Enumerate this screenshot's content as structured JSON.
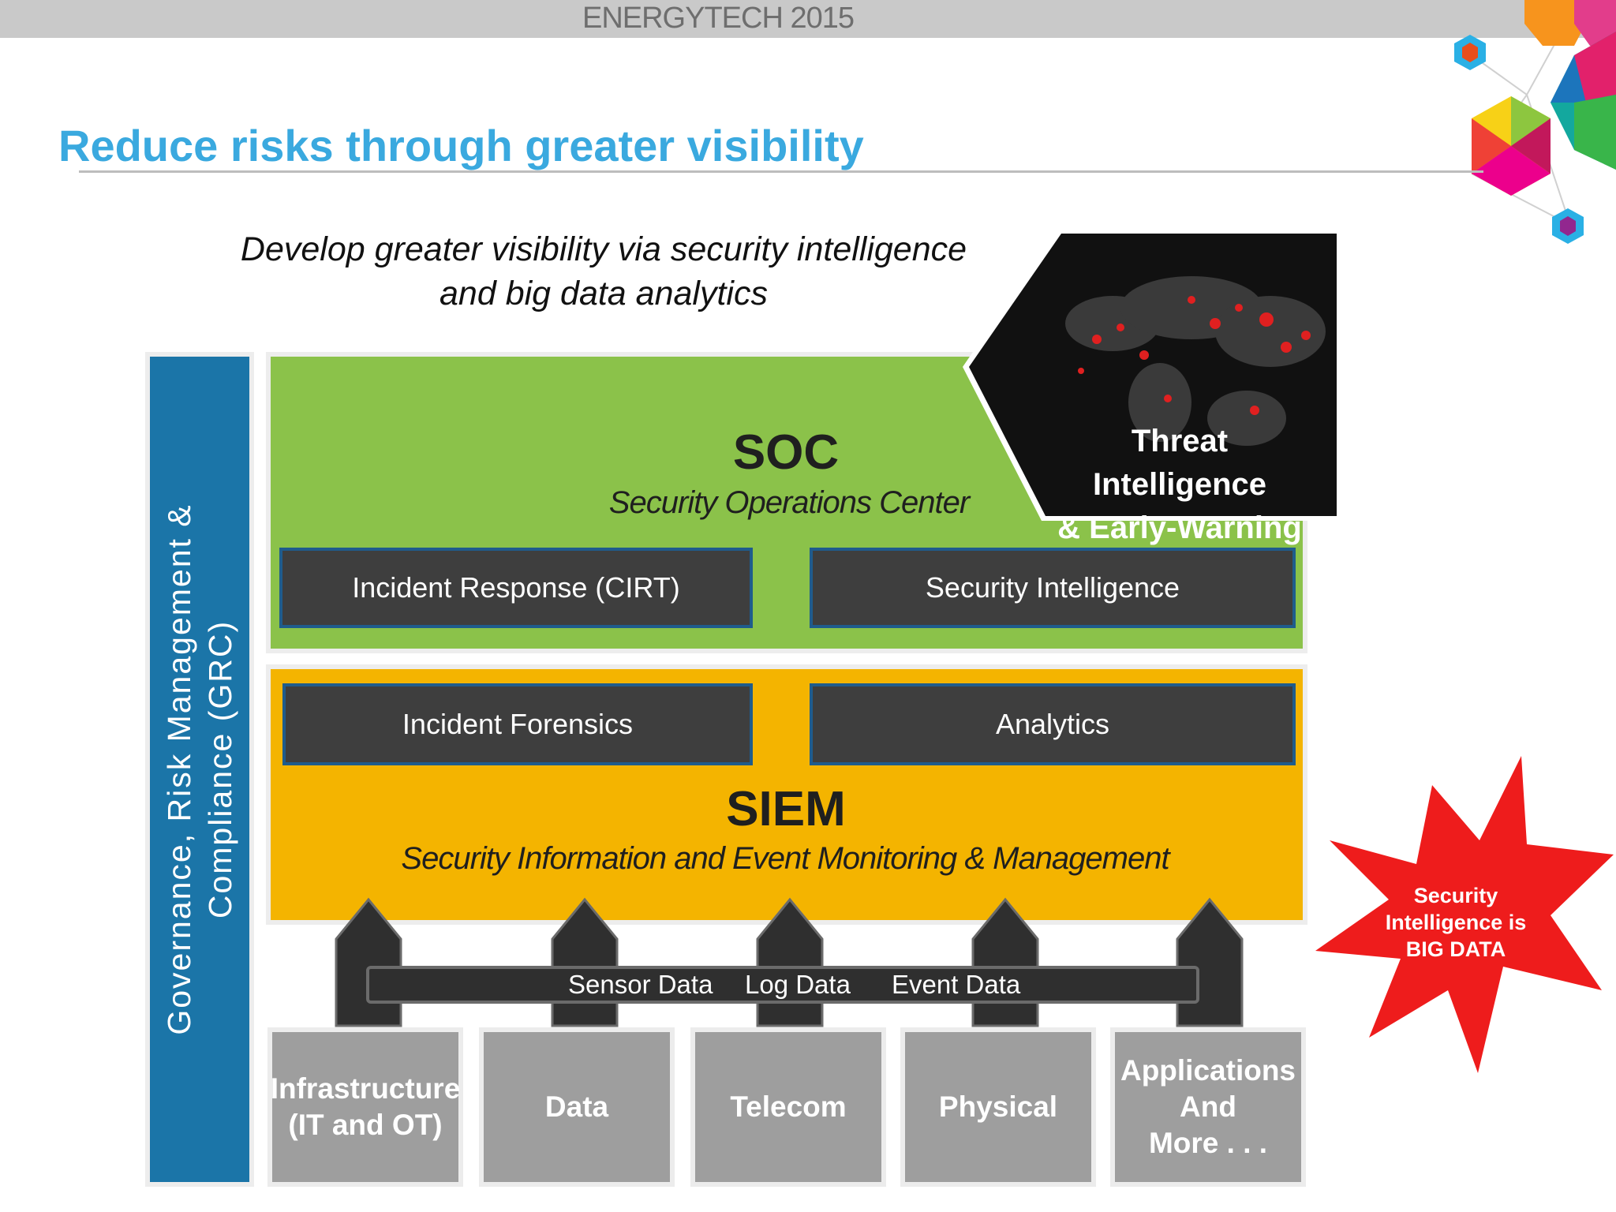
{
  "header": {
    "conference": "ENERGYTECH 2015"
  },
  "slide": {
    "title": "Reduce risks through greater visibility",
    "subtitle_line1": "Develop greater visibility via security intelligence",
    "subtitle_line2": "and big data analytics"
  },
  "grc": {
    "line1": "Governance, Risk Management &",
    "line2": "Compliance (GRC)"
  },
  "threat": {
    "line1": "Threat Intelligence",
    "line2": "& Early-Warning"
  },
  "soc": {
    "title": "SOC",
    "subtitle": "Security Operations Center",
    "boxes": [
      "Incident Response (CIRT)",
      "Security Intelligence"
    ]
  },
  "siem": {
    "title": "SIEM",
    "subtitle": "Security Information and Event Monitoring & Management",
    "boxes": [
      "Incident Forensics",
      "Analytics"
    ]
  },
  "data_flow": {
    "labels": [
      "Sensor Data",
      "Log Data",
      "Event Data"
    ]
  },
  "sources": [
    "Infrastructure\n(IT and OT)",
    "Data",
    "Telecom",
    "Physical",
    "Applications\nAnd\nMore . . ."
  ],
  "callout": {
    "text": "Security\nIntelligence is\nBIG DATA"
  },
  "colors": {
    "title_blue": "#3aa9df",
    "grc_blue": "#1b75a8",
    "soc_green": "#8bc24a",
    "siem_yellow": "#f4b400",
    "dark_box": "#3e3e3e",
    "source_gray": "#9e9e9e",
    "callout_red": "#ee1c1c"
  }
}
